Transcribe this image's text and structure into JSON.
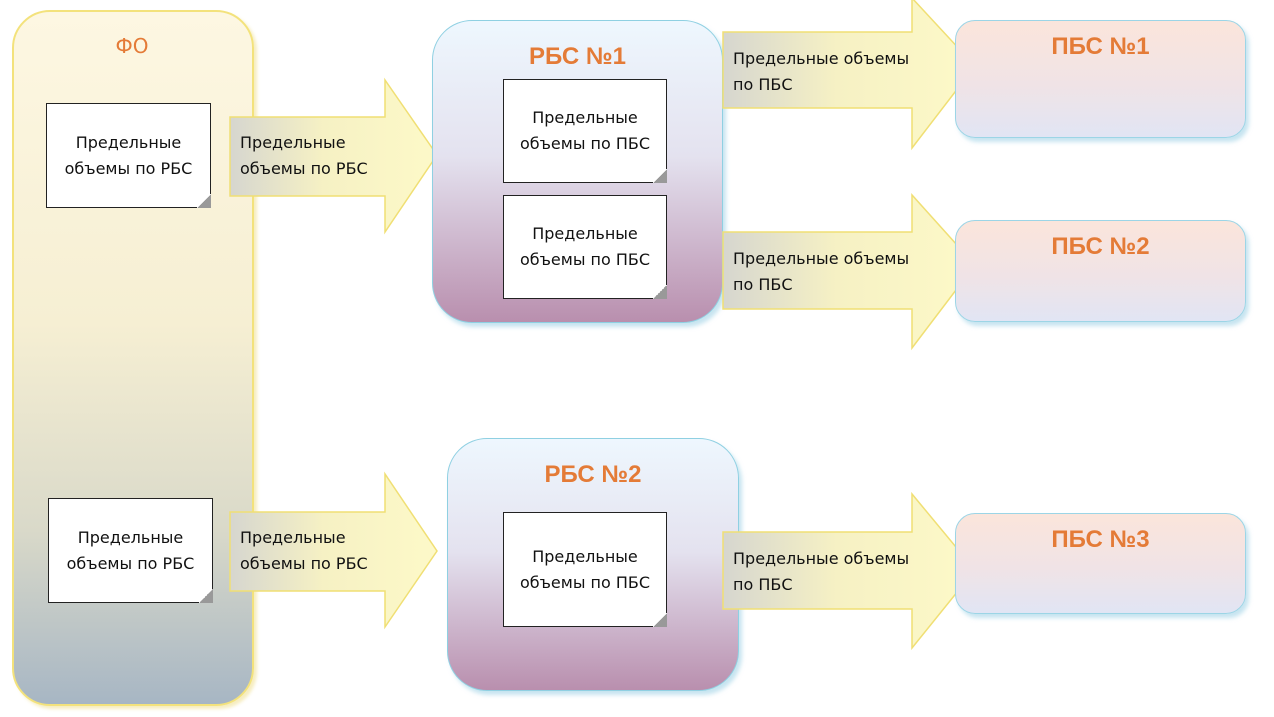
{
  "fo": {
    "title": "ФО",
    "docs": [
      "Предельные объемы по РБС",
      "Предельные объемы по РБС"
    ]
  },
  "arrows_to_rbs": [
    "Предельные объемы по РБС",
    "Предельные объемы по РБС"
  ],
  "rbs": [
    {
      "title": "РБС №1",
      "docs": [
        "Предельные объемы по ПБС",
        "Предельные объемы по ПБС"
      ]
    },
    {
      "title": "РБС №2",
      "docs": [
        "Предельные объемы по ПБС"
      ]
    }
  ],
  "arrows_to_pbs": [
    "Предельные объемы по ПБС",
    "Предельные объемы по ПБС",
    "Предельные объемы по ПБС"
  ],
  "pbs": [
    {
      "title": "ПБС №1"
    },
    {
      "title": "ПБС №2"
    },
    {
      "title": "ПБС №3"
    }
  ],
  "colors": {
    "accent": "#e47b37",
    "arrow_border": "#f0df74",
    "box_border": "#8fd0e2"
  }
}
